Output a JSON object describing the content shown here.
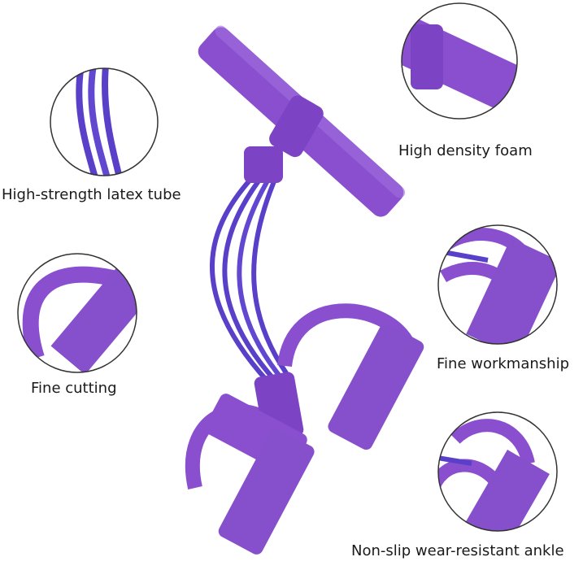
{
  "colors": {
    "purple": "#8a4fcf",
    "purple_dark": "#6a34a8",
    "tube": "#5a3fc9",
    "outline": "#333333"
  },
  "labels": {
    "latex_tube": "High-strength latex tube",
    "foam": "High density foam",
    "cutting": "Fine cutting",
    "workmanship": "Fine workmanship",
    "ankle": "Non-slip wear-resistant ankle"
  }
}
